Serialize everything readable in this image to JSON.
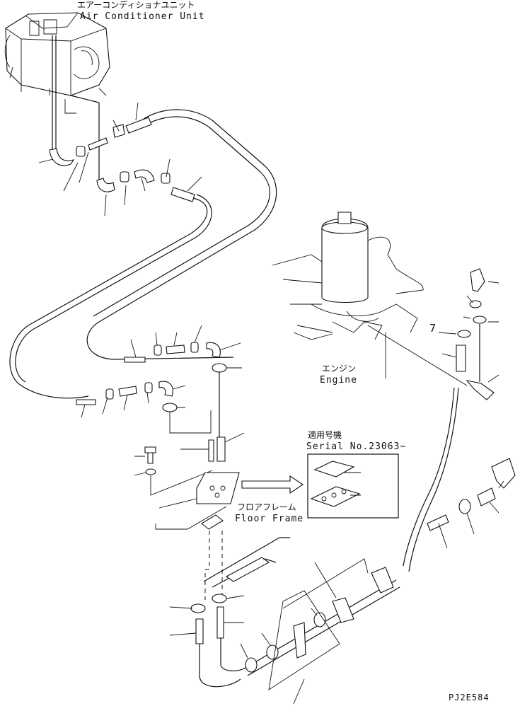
{
  "labels": {
    "ac_unit_jp": "エアーコンディショナユニット",
    "ac_unit_en": "Air Conditioner Unit",
    "engine_jp": "エンジン",
    "engine_en": "Engine",
    "serial_jp": "適用号機",
    "serial_en": "Serial No.23063~",
    "floor_frame_jp": "フロアフレーム",
    "floor_frame_en": "Floor Frame",
    "callout_7": "7",
    "drawing_code": "PJ2E584"
  }
}
